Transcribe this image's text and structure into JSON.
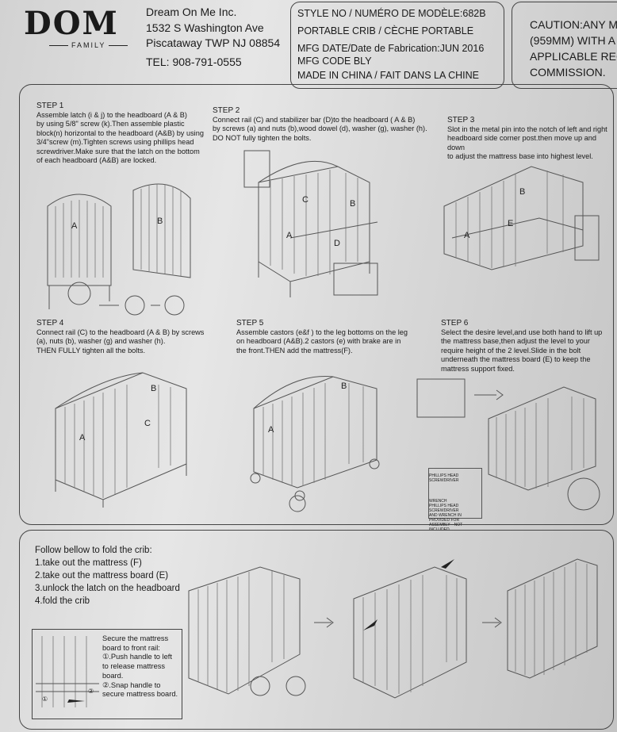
{
  "brand": {
    "logo": "DOM",
    "sub": "FAMILY"
  },
  "company": {
    "name": "Dream On Me Inc.",
    "street": "1532 S Washington Ave",
    "city": "Piscataway TWP NJ 08854",
    "tel": "TEL:  908-791-0555"
  },
  "model": {
    "style": "STYLE NO / NUMÉRO DE MODÈLE:682B",
    "type": "PORTABLE CRIB / CÈCHE PORTABLE",
    "mfg_date": "MFG DATE/Date de Fabrication:JUN 2016",
    "mfg_code": "MFG CODE  BLY",
    "origin": "MADE IN CHINA / FAIT DANS LA CHINE"
  },
  "caution": [
    "CAUTION:ANY MA",
    "(959MM) WITH A",
    "APPLICABLE REG",
    "COMMISSION."
  ],
  "steps": [
    {
      "title": "STEP 1",
      "text": [
        "Assemble latch (i & j) to the headboard (A & B)",
        "by using 5/8\" screw (k).Then assemble plastic",
        "block(n) horizontal to the headboard (A&B) by using",
        "3/4\"screw (m).Tighten screws using phillips head",
        "screwdriver.Make sure that the latch on the bottom",
        "of each headboard (A&B) are locked."
      ]
    },
    {
      "title": "STEP 2",
      "text": [
        "Connect  rail (C) and stabilizer bar (D)to the headboard ( A & B)",
        "by screws (a) and nuts (b),wood dowel (d), washer (g), washer (h).",
        "DO NOT fully tighten the bolts."
      ]
    },
    {
      "title": "STEP 3",
      "text": [
        "Slot in the metal pin into the notch of left and right",
        "headboard side corner post.then move up and down",
        "to adjust the mattress base into highest level."
      ]
    },
    {
      "title": "STEP 4",
      "text": [
        "Connect rail (C) to the headboard (A & B) by screws",
        "(a), nuts (b), washer (g) and washer (h).",
        "THEN FULLY tighten all the bolts."
      ]
    },
    {
      "title": "STEP 5",
      "text": [
        "Assemble castors (e&f ) to the leg bottoms on the leg",
        "on headboard (A&B).2 castors (e) with brake are in",
        "the front.THEN add the mattress(F)."
      ]
    },
    {
      "title": "",
      "text": [
        "STEP 6",
        "Select the desire level,and use both hand to lift up",
        "the mattress base,then adjust the level to your",
        "require height of the 2 level.Slide in the bolt",
        "underneath the mattress board (E) to keep the",
        "mattress support fixed."
      ]
    }
  ],
  "fold": {
    "intro": "Follow bellow to fold the crib:",
    "items": [
      "1.take out the mattress (F)",
      "2.take out the mattress board (E)",
      "3.unlock the latch on the headboard",
      "4.fold the crib"
    ]
  },
  "secure": {
    "lines": [
      "Secure the mattress",
      "board to front rail:",
      "①.Push handle to left",
      "to release mattress",
      "board.",
      "②.Snap handle to",
      "secure mattress board."
    ]
  },
  "tools": {
    "lines": [
      "PHILLIPS HEAD SCREWDRIVER",
      "WRENCH",
      "PHILLIPS HEAD SCREWDRIVER",
      "AND WRENCH IN PROVIDED FOR",
      "ASSEMBLY—NOT INCLUDED"
    ]
  },
  "labels": {
    "A": "A",
    "B": "B",
    "C": "C",
    "D": "D",
    "E": "E"
  }
}
